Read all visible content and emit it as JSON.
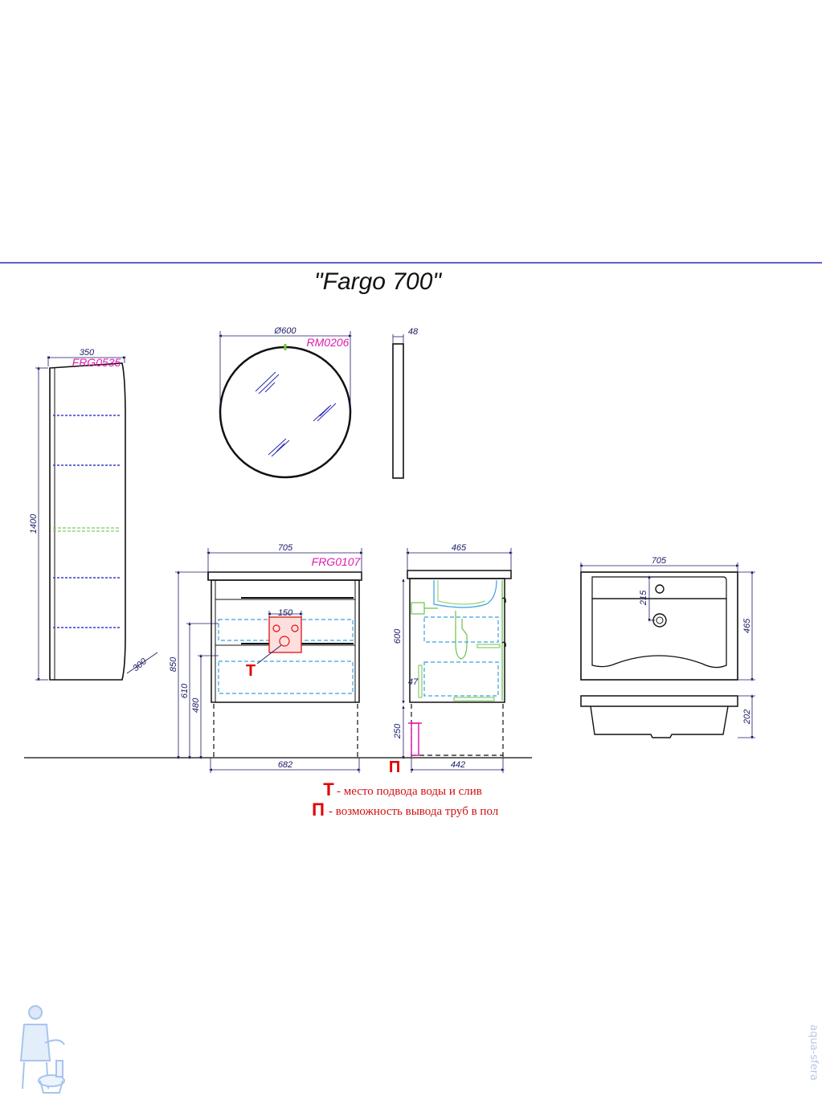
{
  "title": "\"Fargo 700\"",
  "column": {
    "code": "FRG0535",
    "width": "350",
    "height": "1400",
    "depth": "300"
  },
  "mirror": {
    "diameter": "Ø600",
    "code": "RM0206",
    "thickness": "48"
  },
  "vanity": {
    "code": "FRG0107",
    "width_top": "705",
    "width_bottom": "682",
    "height_total": "850",
    "height_610": "610",
    "height_480": "480",
    "plumbing_width": "150",
    "side_depth": "465",
    "side_bottom": "442",
    "side_600": "600",
    "side_250": "250",
    "side_47": "47"
  },
  "basin": {
    "width": "705",
    "depth": "465",
    "offset": "215",
    "height": "202"
  },
  "markers": {
    "t": "Т",
    "p": "П"
  },
  "legend": [
    {
      "mark": "Т",
      "text": "- место подвода воды и слив"
    },
    {
      "mark": "П",
      "text": "- возможность вывода труб в пол"
    }
  ],
  "watermark": "aqua-sfera",
  "colors": {
    "dimension": "#1a1a66",
    "code": "#e01bb0",
    "marker": "#e00000",
    "hidden": "#3aa0e0",
    "frame_line": "#2b2bbf"
  }
}
